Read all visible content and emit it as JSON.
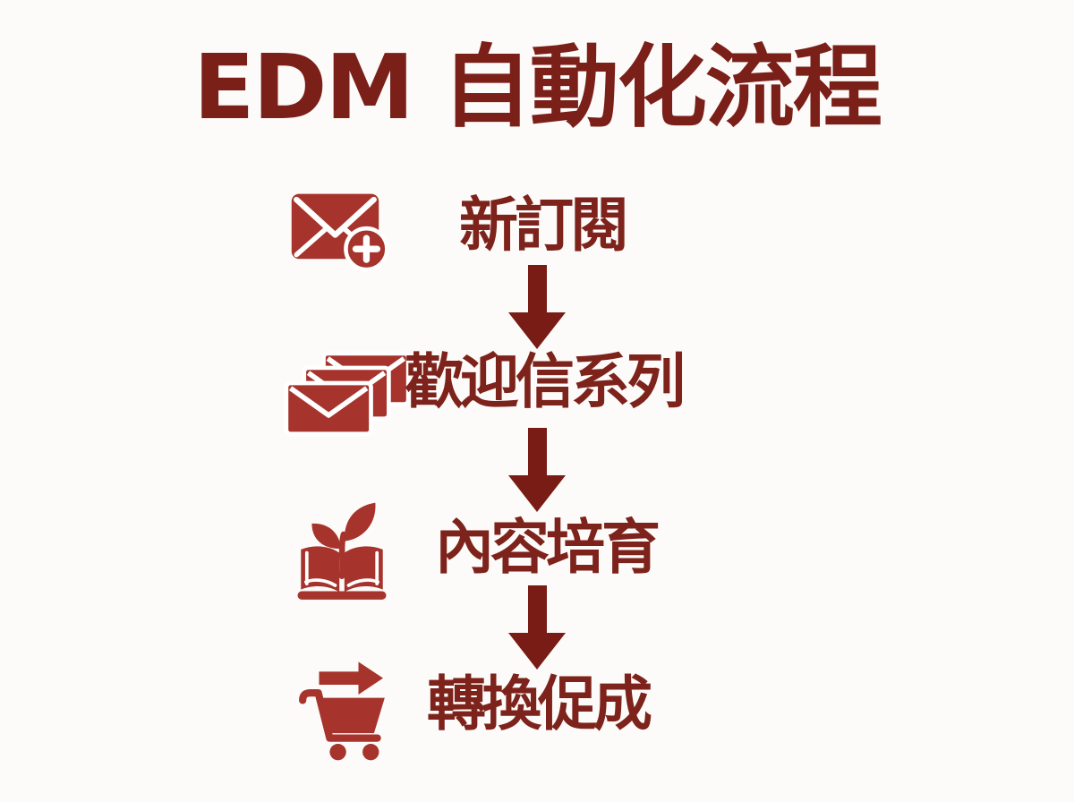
{
  "page": {
    "title": "EDM 自動化流程",
    "colors": {
      "background": "#fcfbf9",
      "title_text": "#7b1f19",
      "label_text": "#7d231c",
      "arrow": "#781c15",
      "icon": "#a6342c"
    }
  },
  "flow": {
    "steps": [
      {
        "id": "new-subscription",
        "label": "新訂閱",
        "icon": "envelope-plus-icon"
      },
      {
        "id": "welcome-series",
        "label": "歡迎信系列",
        "icon": "stacked-envelopes-icon"
      },
      {
        "id": "content-nurture",
        "label": "內容培育",
        "icon": "book-sprout-icon"
      },
      {
        "id": "conversion",
        "label": "轉換促成",
        "icon": "cart-arrow-icon"
      }
    ],
    "connector": "down-arrow"
  }
}
